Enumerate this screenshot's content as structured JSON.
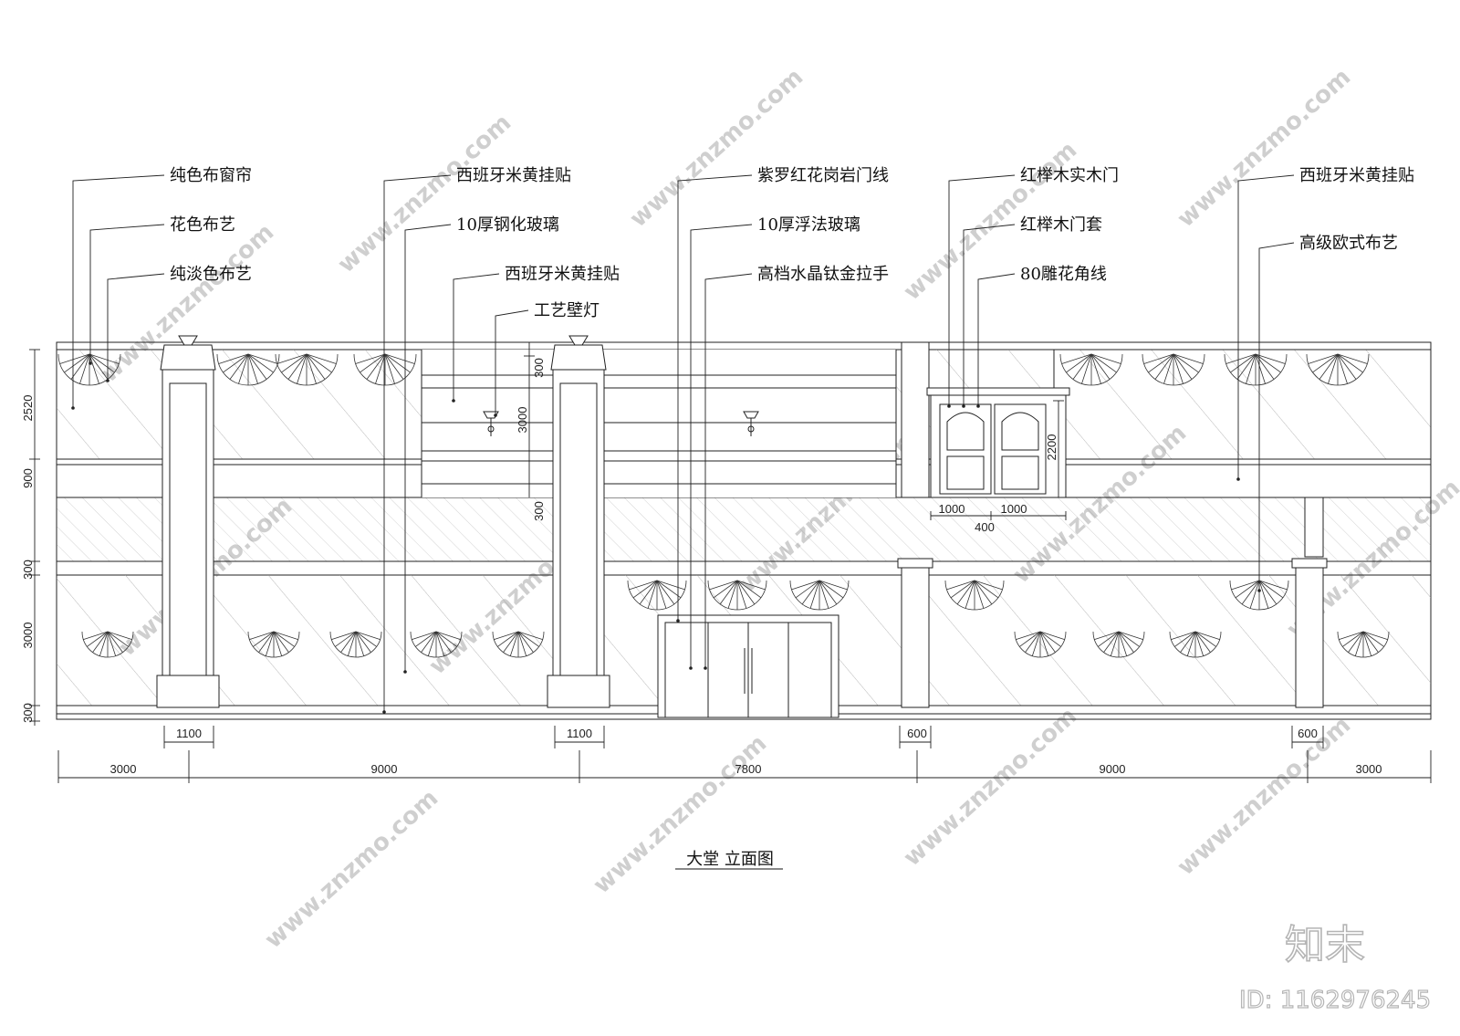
{
  "drawing": {
    "title": "大堂 立面图",
    "callouts": [
      {
        "id": "c1",
        "text": "纯色布窗帘"
      },
      {
        "id": "c2",
        "text": "花色布艺"
      },
      {
        "id": "c3",
        "text": "纯淡色布艺"
      },
      {
        "id": "c4",
        "text": "西班牙米黄挂贴"
      },
      {
        "id": "c5",
        "text": "10厚钢化玻璃"
      },
      {
        "id": "c6",
        "text": "西班牙米黄挂贴"
      },
      {
        "id": "c7",
        "text": "工艺壁灯"
      },
      {
        "id": "c8",
        "text": "紫罗红花岗岩门线"
      },
      {
        "id": "c9",
        "text": "10厚浮法玻璃"
      },
      {
        "id": "c10",
        "text": "高档水晶钛金拉手"
      },
      {
        "id": "c11",
        "text": "红榉木实木门"
      },
      {
        "id": "c12",
        "text": "红榉木门套"
      },
      {
        "id": "c13",
        "text": "80雕花角线"
      },
      {
        "id": "c14",
        "text": "西班牙米黄挂贴"
      },
      {
        "id": "c15",
        "text": "高级欧式布艺"
      }
    ],
    "dimensions": {
      "left_vertical": [
        "2520",
        "900",
        "300",
        "3000",
        "300"
      ],
      "mid_vertical": [
        "300",
        "3000",
        "300"
      ],
      "door_height": "2200",
      "door_widths": [
        "1000",
        "1000"
      ],
      "door_gap": "400",
      "column_widths": [
        "1100",
        "1100",
        "600",
        "600"
      ],
      "bottom": [
        "3000",
        "9000",
        "7800",
        "9000",
        "3000"
      ]
    }
  },
  "watermark": {
    "site": "www.znzmo.com",
    "brand": "知末",
    "id_label": "ID: 1162976245"
  }
}
